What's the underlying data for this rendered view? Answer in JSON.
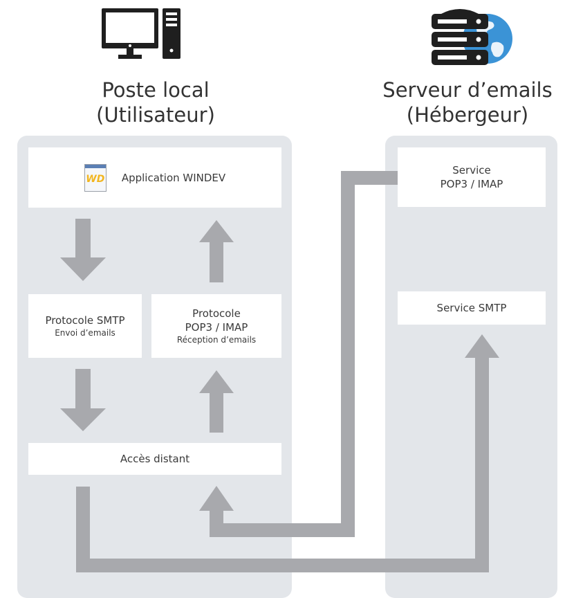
{
  "local": {
    "title_line1": "Poste local",
    "title_line2": "(Utilisateur)",
    "icon": "desktop-computer-icon",
    "app_box": {
      "icon": "windev-logo-icon",
      "logo_text": "WD",
      "label": "Application WINDEV"
    },
    "smtp_box": {
      "line1": "Protocole SMTP",
      "line2": "Envoi d’emails"
    },
    "pop_box": {
      "line1": "Protocole",
      "line2": "POP3 / IMAP",
      "line3": "Réception d’emails"
    },
    "remote_box": {
      "label": "Accès distant"
    }
  },
  "server": {
    "title_line1": "Serveur d’emails",
    "title_line2": "(Hébergeur)",
    "icon": "server-globe-icon",
    "pop_service": {
      "line1": "Service",
      "line2": "POP3 / IMAP"
    },
    "smtp_service": {
      "label": "Service SMTP"
    }
  },
  "colors": {
    "panel": "#e3e6ea",
    "arrow": "#a8a9ad",
    "icon_dark": "#1f1f1f",
    "globe": "#3b93d6",
    "windev_logo": "#f2b620"
  }
}
